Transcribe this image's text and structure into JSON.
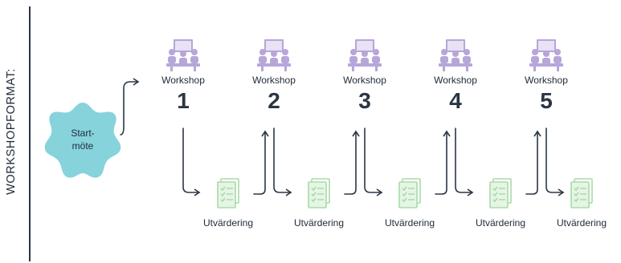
{
  "side_title": "WORKSHOPFORMAT:",
  "start": {
    "label_line1": "Start-",
    "label_line2": "möte"
  },
  "workshops": [
    {
      "label": "Workshop",
      "number": "1"
    },
    {
      "label": "Workshop",
      "number": "2"
    },
    {
      "label": "Workshop",
      "number": "3"
    },
    {
      "label": "Workshop",
      "number": "4"
    },
    {
      "label": "Workshop",
      "number": "5"
    }
  ],
  "evaluations": [
    {
      "label": "Utvärdering"
    },
    {
      "label": "Utvärdering"
    },
    {
      "label": "Utvärdering"
    },
    {
      "label": "Utvärdering"
    },
    {
      "label": "Utvärdering"
    }
  ],
  "icons": {
    "workshop": "meeting-group-icon",
    "evaluation": "checklist-document-icon"
  },
  "colors": {
    "teal": "#86d3dc",
    "purple": "#b7a6d9",
    "green": "#a8dba8",
    "line": "#2b3644"
  }
}
